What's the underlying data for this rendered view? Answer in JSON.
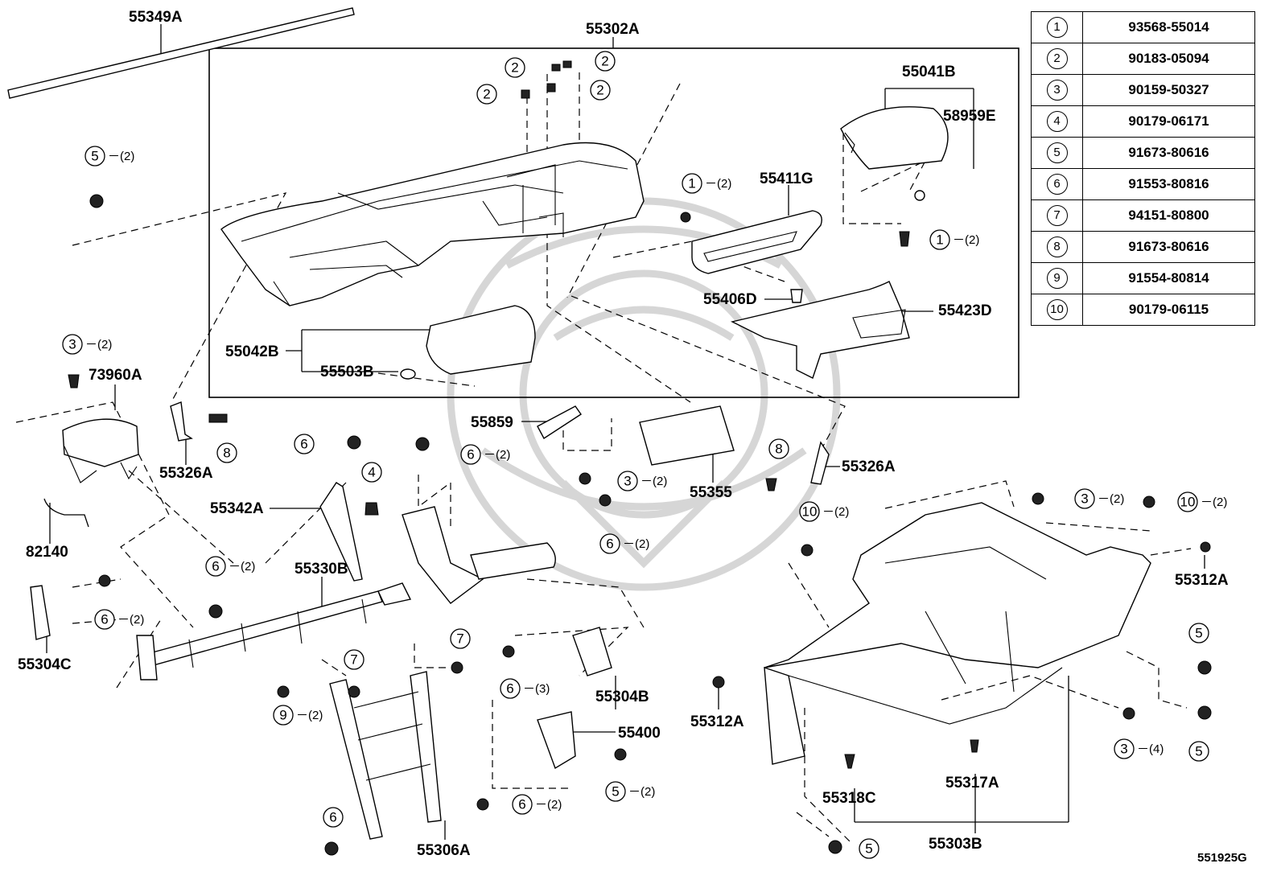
{
  "diagram_id": "551925G",
  "reference_table": [
    {
      "ref": "1",
      "part_number": "93568-55014"
    },
    {
      "ref": "2",
      "part_number": "90183-05094"
    },
    {
      "ref": "3",
      "part_number": "90159-50327"
    },
    {
      "ref": "4",
      "part_number": "90179-06171"
    },
    {
      "ref": "5",
      "part_number": "91673-80616"
    },
    {
      "ref": "6",
      "part_number": "91553-80816"
    },
    {
      "ref": "7",
      "part_number": "94151-80800"
    },
    {
      "ref": "8",
      "part_number": "91673-80616"
    },
    {
      "ref": "9",
      "part_number": "91554-80814"
    },
    {
      "ref": "10",
      "part_number": "90179-06115"
    }
  ],
  "part_labels": {
    "p55349A": "55349A",
    "p55302A": "55302A",
    "p55041B": "55041B",
    "p58959E": "58959E",
    "p55411G": "55411G",
    "p55406D": "55406D",
    "p55423D": "55423D",
    "p55042B": "55042B",
    "p55503B": "55503B",
    "p73960A": "73960A",
    "p55326A_left": "55326A",
    "p55859": "55859",
    "p55355": "55355",
    "p55326A_right": "55326A",
    "p55342A": "55342A",
    "p82140": "82140",
    "p55330B": "55330B",
    "p55304C": "55304C",
    "p55304B": "55304B",
    "p55400": "55400",
    "p55306A": "55306A",
    "p55312A_right": "55312A",
    "p55312A_left": "55312A",
    "p55318C": "55318C",
    "p55317A": "55317A",
    "p55303B": "55303B"
  },
  "callouts": {
    "c1": {
      "ref": "2",
      "qty": ""
    },
    "c2": {
      "ref": "2",
      "qty": ""
    },
    "c3": {
      "ref": "2",
      "qty": ""
    },
    "c4": {
      "ref": "2",
      "qty": ""
    },
    "c5": {
      "ref": "5",
      "qty": "－(2)"
    },
    "c6": {
      "ref": "1",
      "qty": "－(2)"
    },
    "c7": {
      "ref": "1",
      "qty": "－(2)"
    },
    "c8": {
      "ref": "3",
      "qty": "－(2)"
    },
    "c9": {
      "ref": "8",
      "qty": ""
    },
    "c10": {
      "ref": "6",
      "qty": ""
    },
    "c11": {
      "ref": "6",
      "qty": "－(2)"
    },
    "c12": {
      "ref": "4",
      "qty": ""
    },
    "c13": {
      "ref": "3",
      "qty": "－(2)"
    },
    "c14": {
      "ref": "6",
      "qty": "－(2)"
    },
    "c15": {
      "ref": "8",
      "qty": ""
    },
    "c16": {
      "ref": "10",
      "qty": "－(2)"
    },
    "c17": {
      "ref": "3",
      "qty": "－(2)"
    },
    "c18": {
      "ref": "10",
      "qty": "－(2)"
    },
    "c19": {
      "ref": "6",
      "qty": "－(2)"
    },
    "c20": {
      "ref": "6",
      "qty": "－(2)"
    },
    "c21": {
      "ref": "7",
      "qty": ""
    },
    "c22": {
      "ref": "7",
      "qty": ""
    },
    "c23": {
      "ref": "9",
      "qty": "－(2)"
    },
    "c24": {
      "ref": "6",
      "qty": "－(3)"
    },
    "c25": {
      "ref": "5",
      "qty": "－(2)"
    },
    "c26": {
      "ref": "6",
      "qty": "－(2)"
    },
    "c27": {
      "ref": "6",
      "qty": ""
    },
    "c28": {
      "ref": "5",
      "qty": ""
    },
    "c29": {
      "ref": "5",
      "qty": ""
    },
    "c30": {
      "ref": "3",
      "qty": "－(4)"
    },
    "c31": {
      "ref": "5",
      "qty": ""
    }
  }
}
